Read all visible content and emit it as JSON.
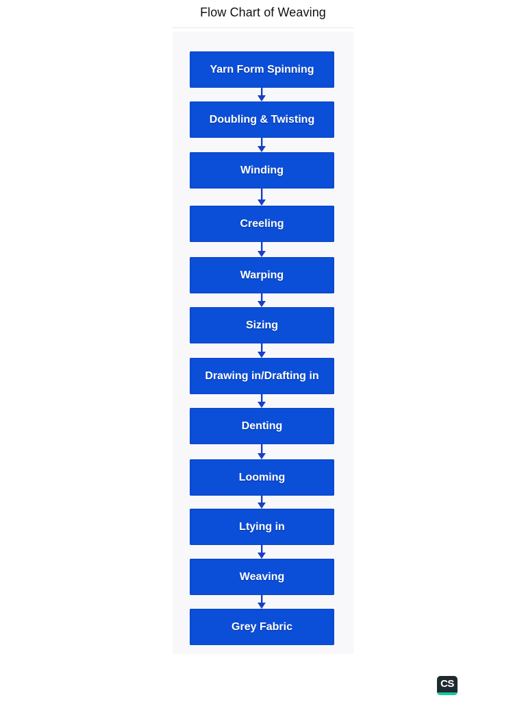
{
  "title": "Flow Chart of Weaving",
  "steps": [
    "Yarn Form Spinning",
    "Doubling & Twisting",
    "Winding",
    "Creeling",
    "Warping",
    "Sizing",
    "Drawing in/Drafting in",
    "Denting",
    "Looming",
    "Ltying in",
    "Weaving",
    "Grey Fabric"
  ],
  "watermark": {
    "text": "CS",
    "background_color": "#1f2a30",
    "accent_color": "#19c7a0"
  },
  "colors": {
    "box": "#0b4ed8",
    "arrow": "#1a3fc4",
    "box_text": "#ffffff"
  }
}
